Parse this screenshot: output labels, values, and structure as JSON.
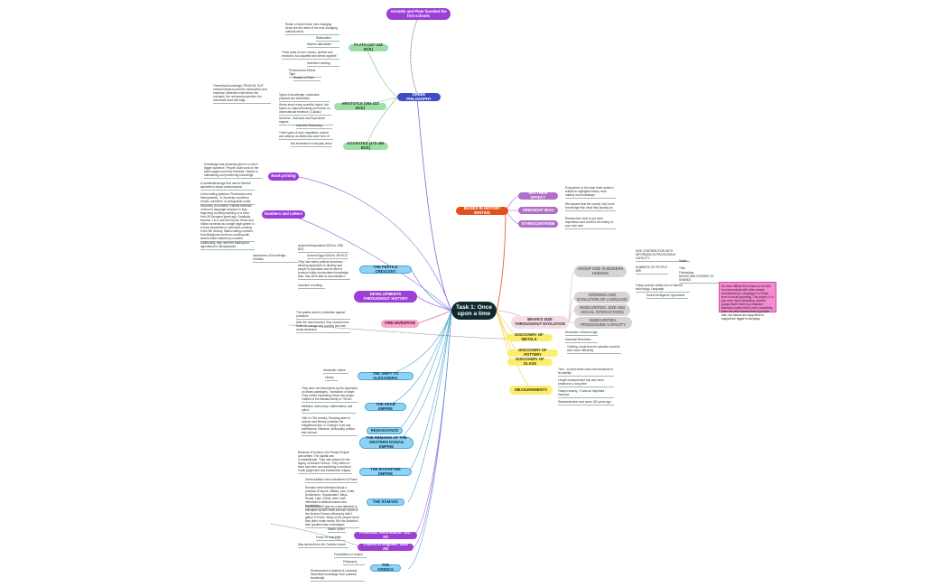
{
  "central": "Task 1: Once upon a time",
  "left": {
    "greek_philosophy": {
      "label": "GREEK PHILOSOPHY",
      "top_callout": "Aristotle and Plato founded the first schools",
      "plato": {
        "label": "PLATO (427-348 BCE)",
        "leaves": [
          "Realm of ideal forms: ever-changing forms are the realm of the ever-changing material world.",
          "Rationalism",
          "Modern rationalism",
          "Three parts of soul: reason, spirited and emotions; soul appetite and sense appetite",
          "Inherited Learning"
        ]
      },
      "aristotle": {
        "label": "ARISTOTLE (384-322 BCE)",
        "leaves": [
          "Personal and Ethical Tight",
          "Student of Plato",
          "Theoretical knowledge: REASON, GUT: content hierarchy and the observation and empirical. Materials exist before the concepts, the universal properties, the universals exist with logic.",
          "Types of knowledge: productive, practical and theoretical",
          "Wrote about many scientific topics. Not based on rational thinking and hence on observational evidence. (Classic)",
          "Universe - Sublunar and Superlunar regions",
          "Inductive Reasoning",
          "Three types of soul: vegetative, animal and rational, as distinct as outer form of"
        ]
      },
      "socrates": {
        "label": "SOCRATES (470-399 BCE)",
        "leaves": [
          "Not interested in everyday virtue"
        ]
      }
    },
    "book_printing": {
      "label": "Book printing",
      "leaves": [
        "Knowledge was presently given to a much bigger audience. People could work on the same pages and lively interests. Helpful to maintaining and preserving knowledge"
      ]
    },
    "numbers_letters": {
      "label": "Numbers and Letters",
      "leaves": [
        "A constitutional age that used a flourish alphabet to depict predominance",
        "In first writing systems: Phoenicians and Mesopotamia - in Sumerian cuneiform scripts, cuneiform or pictographic script",
        "Discovery of numbers: Earliest evidence of about a language scripture to stay beginning counting marking on a bone from 35 thousand years ago. Gradually became 1 to 9 and then by the Hindu and Indian numerals as a larger digit system in a more sequential or numerical counting in the 9th century. Maths calling numbers from Babylonia and from counting with small number tablets by numbers",
        "Additionally, they used the trading and agricultural in Mesopotamia"
      ]
    },
    "fertile_crescent": {
      "label": "THE FERTILE CRESCENT",
      "leaves": [
        "Ancient Mesopotamia 3500 to 2350 BCE",
        "Ancient Egypt 3000 to 300 BCE",
        "Importance of Knowledge → Creation",
        "They had stable political structures, allowing agriculture to develop and people to specialize and be able to produce highly accumulated knowledge. Also, they were able to accumulate it.",
        "Invention of writing"
      ]
    },
    "developments": {
      "label": "DEVELOPMENTS THROUGHOUT HISTORY"
    },
    "fire": {
      "label": "FIRE INVENTION",
      "leaves": [
        "The sparks used for protection against predators",
        "After fire was invented, they cooked more foods for storage and cooking and then social behaviour"
      ]
    },
    "shift_alexandria": {
      "label": "THE SHIFT TO ALEXANDRIA",
      "leaves": [
        "Alexander culture",
        "Library"
      ]
    },
    "arab_empire": {
      "label": "THE ARAB EMPIRE",
      "leaves": [
        "They were not themselves by the depended on library paradigms. Translation of Islam. They turned translating Greek into Arabic. Caliphs of the Abbasid family in 750 AD",
        "Medicine, Astronomy, mathematics, and optics"
      ]
    },
    "renaissance": {
      "label": "RENAISSANCE",
      "leaves": [
        "14th to 17th century. Shocking area of science and literary revitalize the enlightened arts, in Chiang's in art and architecture, literature, philosophy, politics and science."
      ]
    },
    "remains_wre": {
      "label": "THE REMAINS OF THE WESTERN ROMAN EMPIRE"
    },
    "byzantine": {
      "label": "THE BYZANTINE EMPIRE",
      "leaves": [
        "Because of invasion, the Roman Empire was settled. The capital was Constantinople. They had respect for the legacy of Ancient Greece. They relied on them and were accomplishing to enriched it with judgement and established religion."
      ]
    },
    "romans": {
      "label": "THE ROMANS",
      "leaves": [
        "Greek tradition were transferred to Rome",
        "Romans were interested about a practical of issues: Military, Law, Order, Architecture, Organization, Ways, Roads, Latin, Greek, were more interested in abstract issues and knowledge.",
        "Investors didn't give so much attention to education as the Greek era had. Some of the Ancient Greece philosophy didn't gather in Rome. Many of the people found they didn't make sense. But the Aristotle's their greatest was a theologian"
      ]
    },
    "protestant": {
      "label": "Protestant Reformation- 1517 AD",
      "leaves": [
        "Martin Luther",
        "Focus: to read bible"
      ]
    },
    "church_england": {
      "label": "Church of England- 1534 AD",
      "leaves": [
        "Was derived from the Catholic church"
      ]
    },
    "greeks": {
      "label": "THE GREEKS",
      "leaves": [
        "Foundations of reason",
        "Philosophy",
        "Development of abstract & universal theoretical knowledge from practical knowledge"
      ]
    }
  },
  "right": {
    "biases": {
      "label": "BIASES IN HISTORY WRITING",
      "matthew": {
        "label": "MATTHEW EFFECT",
        "leaf": "Everywhere in the main three author's related to highlights history more unfairly and knowledge"
      },
      "hindsight": {
        "label": "HINDSIGHT BIAS",
        "leaf": "We assume that the society 'had' more knowledge than what they actually do"
      },
      "ethno": {
        "label": "ETHNOCENTRISM",
        "leaf": "Researchers tend to put more importance and credit to the history of your own race"
      }
    },
    "brain": {
      "label": "BRAIN'S SIZE THROUGHOUT EVOLUTION",
      "group_size": {
        "label": "GROUP SIZE IN MODERN HUMANS",
        "leaves": [
          "SIZE CONTRIBUTION WITH INFORMATION PROCESSING CAPACITY",
          "NUMBERS OF PEOPLE ARE",
          "RANKS AND DIVERSE OF SHARED"
        ],
        "sub": [
          "Stable",
          "Tribe",
          "Friendships"
        ]
      },
      "language": {
        "label": "GROWING AND EVOLUTION OF LANGUAGE",
        "leaves": [
          "Today society's ability due to internet, technology, Language",
          "Social Intelligence Hypothesis"
        ],
        "note": "It's more difficult for humans to be able to communicate with other people simultaneously. Language is a cheap form of social grooming. The people, if in you were more interacting, and the groups that's there by a massive extension where this is more complexity, there are other factors than big social side, but factors are supportive to support the bigger is everyday."
      },
      "social": {
        "label": "INSECURITIES. SIZE AND SOCIAL INTERACTIONS"
      },
      "processing": {
        "label": "INSECURITIES. PROCESSING CAPACITY"
      }
    },
    "metals": {
      "label": "DISCOVERY OF METALS",
      "leaves": [
        "Revolution of Bronze Age",
        "Industrial Revolution"
      ]
    },
    "pottery": {
      "label": "DISCOVERY OF POTTERY",
      "leaves": [
        "Clothing, foods from the practice could be seen more efficiently"
      ]
    },
    "glass": {
      "label": "DISCOVERY OF GLASS"
    },
    "measurements": {
      "label": "MEASUREMENTS",
      "leaves": [
        "Time - A hand-made clock used because of its stability",
        "Length measurement has also been created for a long time",
        "Today's society - It was an important measure",
        "Standardization took some 150 years ago"
      ]
    }
  }
}
